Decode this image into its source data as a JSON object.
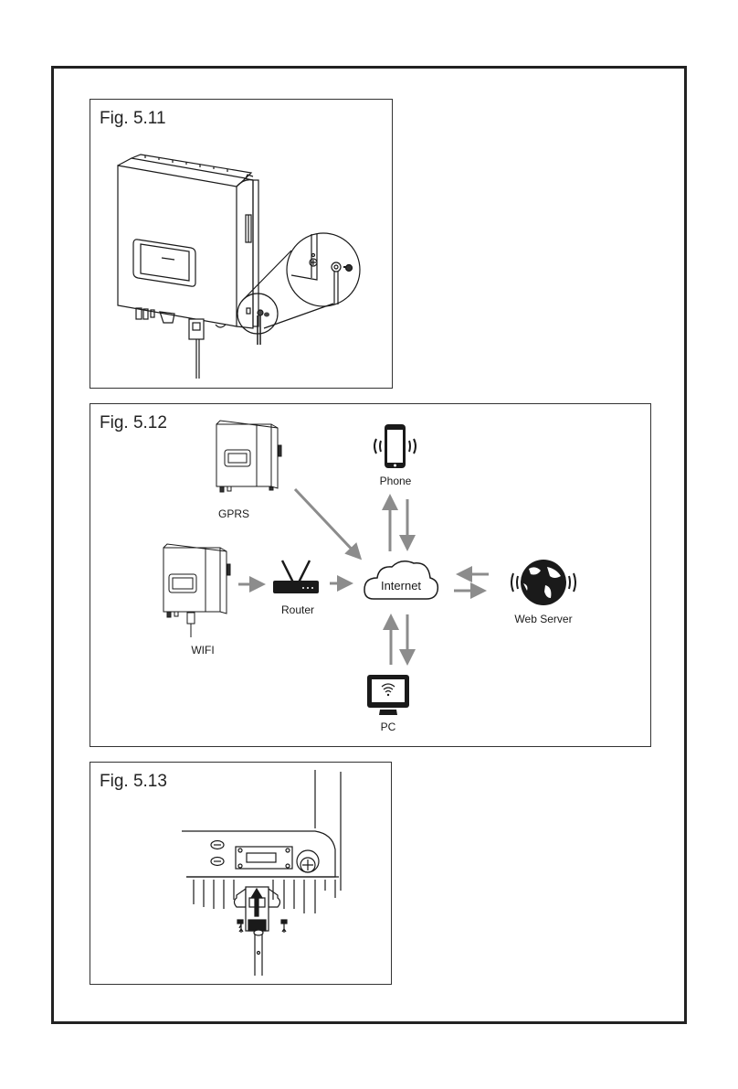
{
  "page": {
    "figures": [
      {
        "id": "fig-5-11",
        "label": "Fig. 5.11",
        "description": "Inverter with grounding terminal detail (magnified callout)"
      },
      {
        "id": "fig-5-12",
        "label": "Fig. 5.12",
        "diagram": {
          "nodes": {
            "gprs": "GPRS",
            "wifi": "WIFI",
            "router": "Router",
            "internet": "Internet",
            "phone": "Phone",
            "web_server": "Web Server",
            "pc": "PC"
          },
          "edges": [
            {
              "from": "GPRS",
              "to": "Internet"
            },
            {
              "from": "WIFI",
              "to": "Router"
            },
            {
              "from": "Router",
              "to": "Internet"
            },
            {
              "from": "Internet",
              "to": "Phone"
            },
            {
              "from": "Phone",
              "to": "Internet"
            },
            {
              "from": "Internet",
              "to": "Web Server"
            },
            {
              "from": "Web Server",
              "to": "Internet"
            },
            {
              "from": "Internet",
              "to": "PC"
            },
            {
              "from": "PC",
              "to": "Internet"
            }
          ]
        }
      },
      {
        "id": "fig-5-13",
        "label": "Fig. 5.13",
        "description": "Communication module inserted upward into inverter bottom port, secured with two screws"
      }
    ],
    "colors": {
      "frame": "#222222",
      "line_art": "#1a1a1a",
      "arrow": "#8c8c8c"
    }
  }
}
